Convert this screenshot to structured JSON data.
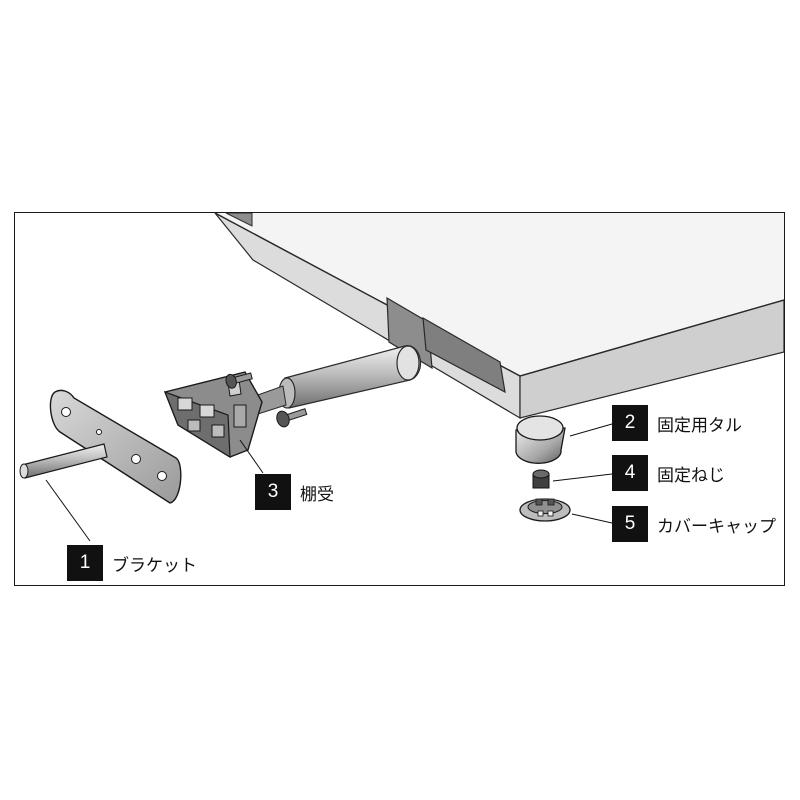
{
  "parts": [
    {
      "number": "1",
      "label": "ブラケット"
    },
    {
      "number": "2",
      "label": "固定用タル"
    },
    {
      "number": "3",
      "label": "棚受"
    },
    {
      "number": "4",
      "label": "固定ねじ"
    },
    {
      "number": "5",
      "label": "カバーキャップ"
    }
  ]
}
